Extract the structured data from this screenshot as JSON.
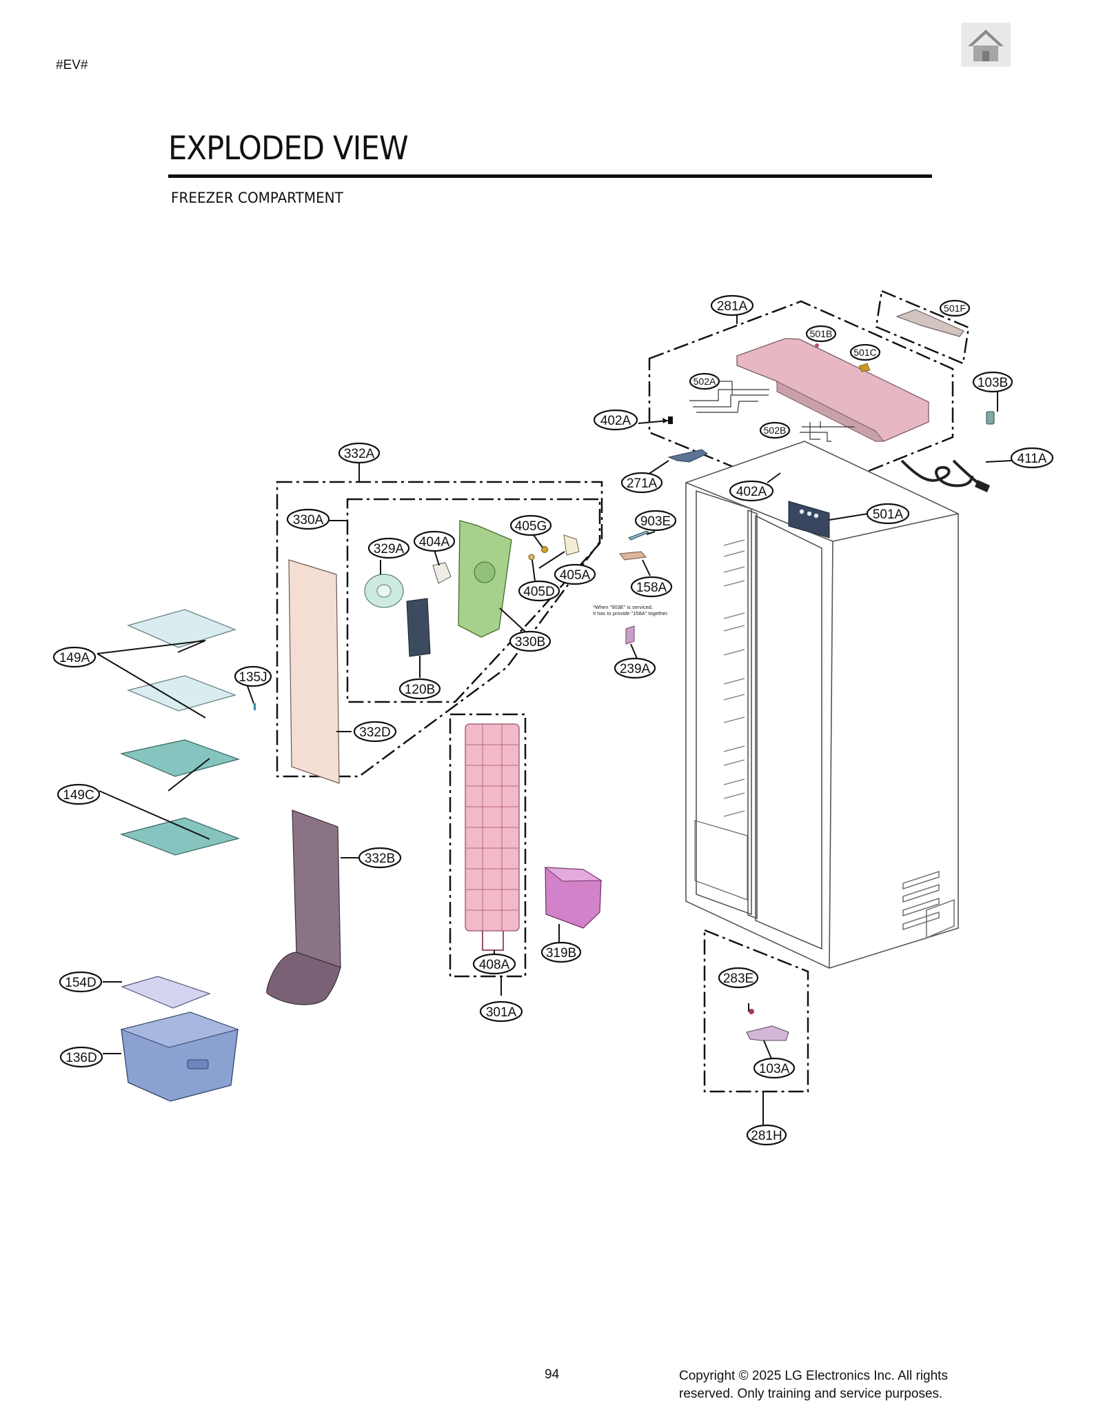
{
  "header": {
    "tag": "#EV#",
    "home_icon": "home-icon"
  },
  "page": {
    "title": "EXPLODED VIEW",
    "subtitle": "FREEZER COMPARTMENT"
  },
  "callouts": {
    "c281A": "281A",
    "c501F": "501F",
    "c501B": "501B",
    "c501C": "501C",
    "c103B": "103B",
    "c502A": "502A",
    "c402A_1": "402A",
    "c502B": "502B",
    "c411A": "411A",
    "c332A": "332A",
    "c271A": "271A",
    "c402A_2": "402A",
    "c330A": "330A",
    "c405G": "405G",
    "c903E": "903E",
    "c501A": "501A",
    "c329A": "329A",
    "c404A": "404A",
    "c405A": "405A",
    "c405D": "405D",
    "c158A": "158A",
    "c149A": "149A",
    "c330B": "330B",
    "c135J": "135J",
    "c239A": "239A",
    "c120B": "120B",
    "c332D": "332D",
    "c149C": "149C",
    "c332B": "332B",
    "c319B": "319B",
    "c408A": "408A",
    "c283E": "283E",
    "c154D": "154D",
    "c301A": "301A",
    "c136D": "136D",
    "c103A": "103A",
    "c281H": "281H"
  },
  "note": {
    "line1": "*When \"903E\" is serviced,",
    "line2": "It has to provide \"158A\" together."
  },
  "footer": {
    "page_number": "94",
    "copyright_line1": "Copyright © 2025 LG Electronics Inc. All rights",
    "copyright_line2": "reserved. Only training and service purposes."
  }
}
